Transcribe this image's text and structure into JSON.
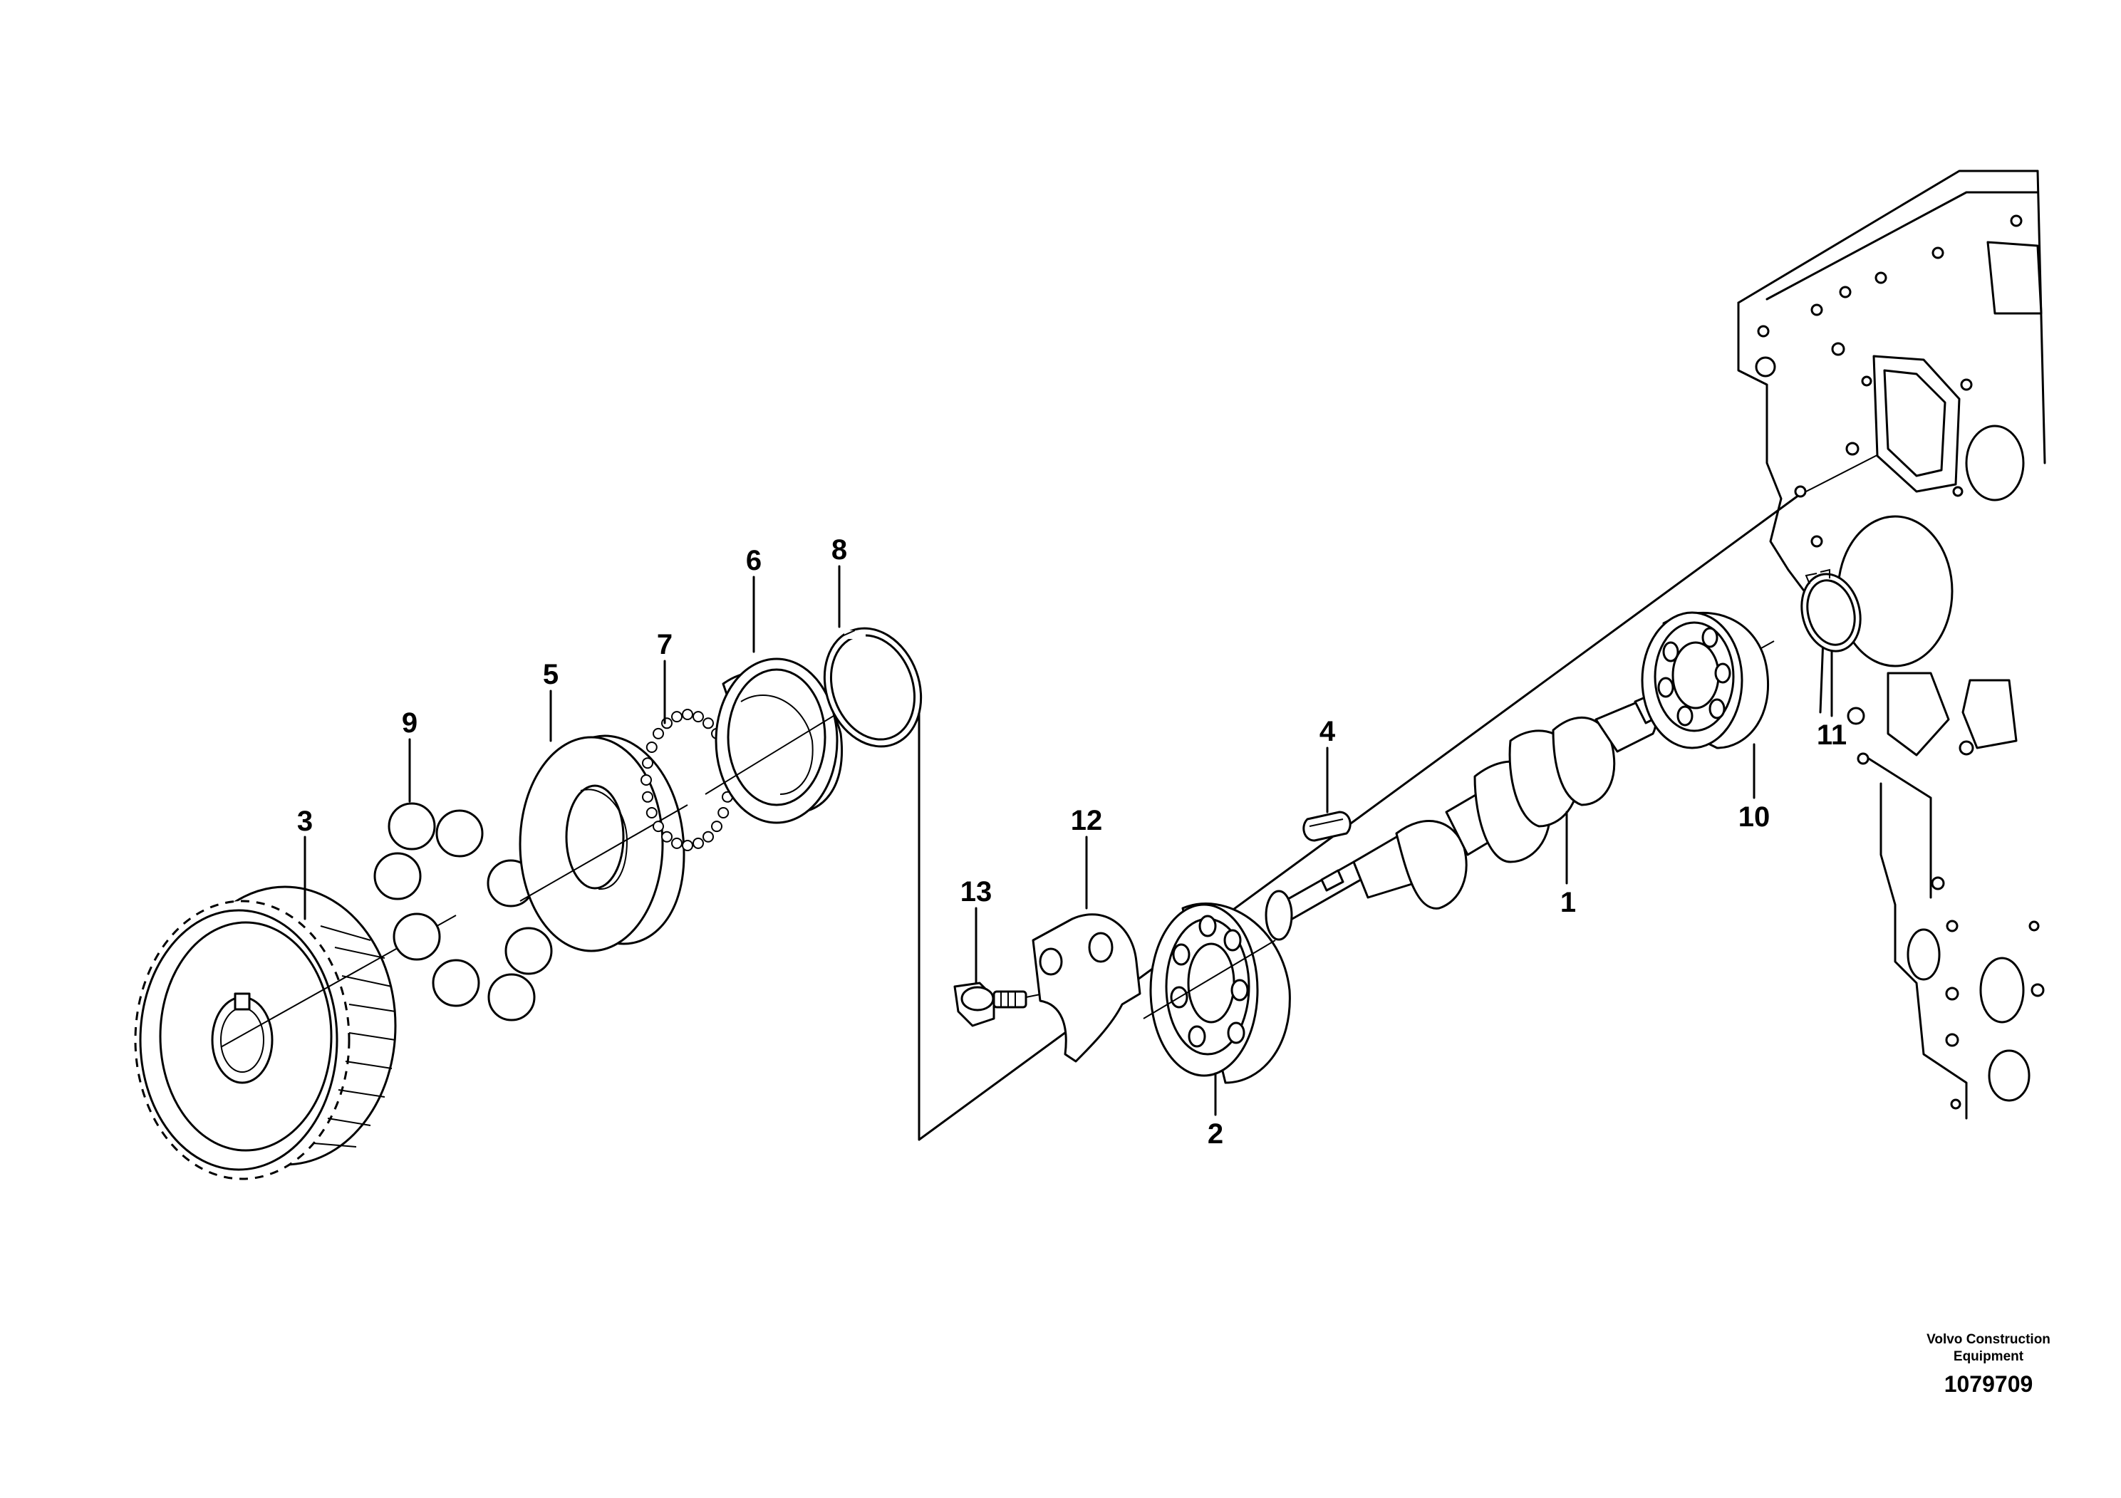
{
  "callouts": [
    "1",
    "2",
    "3",
    "4",
    "5",
    "6",
    "7",
    "8",
    "9",
    "10",
    "11",
    "12",
    "13"
  ],
  "publisher": {
    "line1": "Volvo Construction",
    "line2": "Equipment"
  },
  "document_number": "1079709"
}
